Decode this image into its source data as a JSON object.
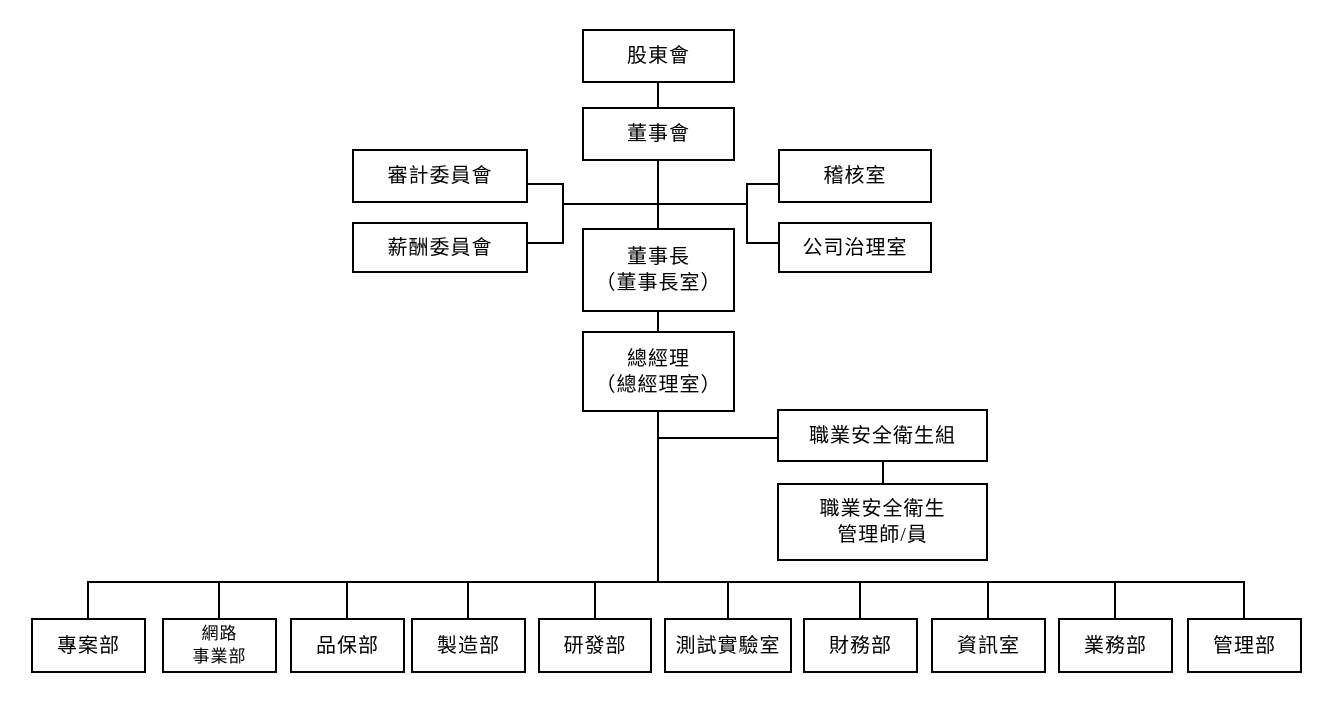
{
  "org_chart": {
    "nodes": {
      "shareholders": {
        "label": "股東會"
      },
      "board_of_directors": {
        "label": "董事會"
      },
      "audit_committee": {
        "label": "審計委員會"
      },
      "compensation_committee": {
        "label": "薪酬委員會"
      },
      "internal_audit_office": {
        "label": "稽核室"
      },
      "corporate_governance_office": {
        "label": "公司治理室"
      },
      "chairman": {
        "line1": "董事長",
        "line2": "（董事長室）"
      },
      "general_manager": {
        "line1": "總經理",
        "line2": "（總經理室）"
      },
      "osh_group": {
        "label": "職業安全衛生組"
      },
      "osh_manager": {
        "line1": "職業安全衛生",
        "line2": "管理師/員"
      },
      "dept_project": {
        "label": "專案部"
      },
      "dept_network_business": {
        "line1": "網路",
        "line2": "事業部"
      },
      "dept_quality_assurance": {
        "label": "品保部"
      },
      "dept_manufacturing": {
        "label": "製造部"
      },
      "dept_rd": {
        "label": "研發部"
      },
      "dept_test_lab": {
        "label": "測試實驗室"
      },
      "dept_finance": {
        "label": "財務部"
      },
      "dept_information": {
        "label": "資訊室"
      },
      "dept_sales": {
        "label": "業務部"
      },
      "dept_administration": {
        "label": "管理部"
      }
    },
    "colors": {
      "line": "#000000",
      "box_border": "#000000",
      "background": "#ffffff",
      "text": "#000000"
    }
  }
}
